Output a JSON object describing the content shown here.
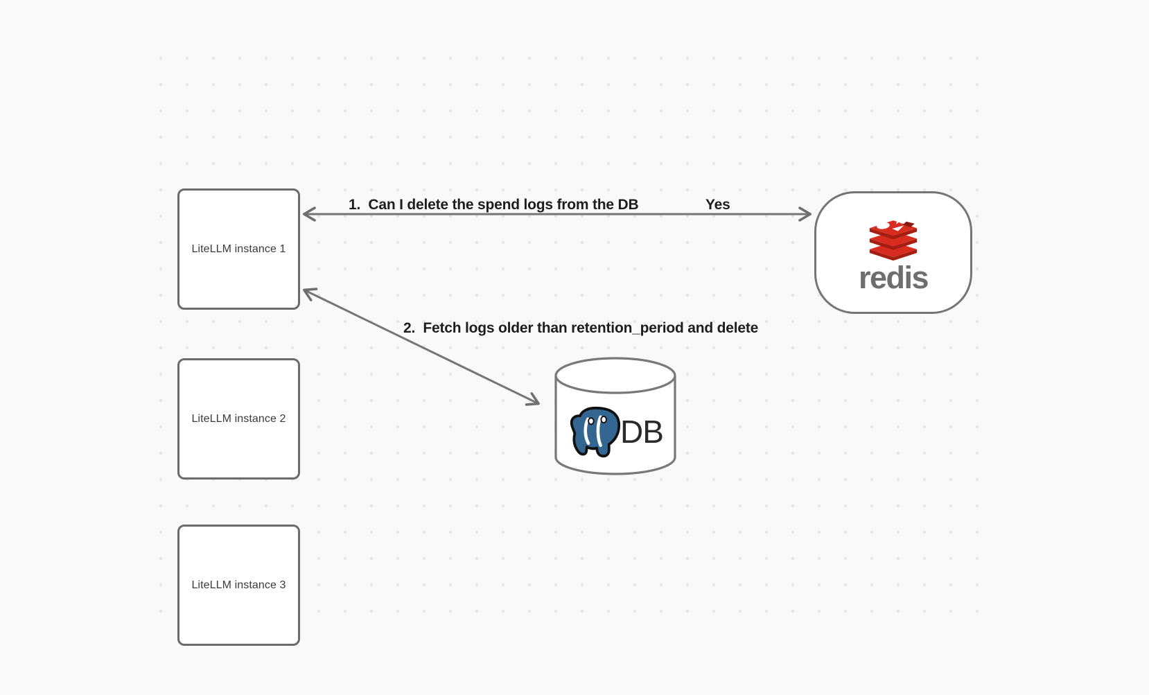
{
  "canvas": {
    "background_color": "#f9f9f9",
    "dot_grid_color": "#e8e8e8"
  },
  "nodes": {
    "litellm_instances": [
      {
        "label": "LiteLLM instance 1"
      },
      {
        "label": "LiteLLM instance 2"
      },
      {
        "label": "LiteLLM instance 3"
      }
    ],
    "redis": {
      "wordmark": "redis",
      "logo_icon": "redis-stack-icon",
      "brand_red": "#d82c20",
      "brand_red_dark": "#a41e11",
      "wordmark_color": "#6e6e6e"
    },
    "database": {
      "label": "DB",
      "logo_icon": "postgresql-elephant-icon",
      "postgres_blue": "#336791"
    }
  },
  "arrows": {
    "redis_query": {
      "step_label": "1.  Can I delete the spend logs from the DB",
      "response_label": "Yes"
    },
    "db_fetch": {
      "step_label": "2.  Fetch logs older than retention_period and delete"
    }
  }
}
